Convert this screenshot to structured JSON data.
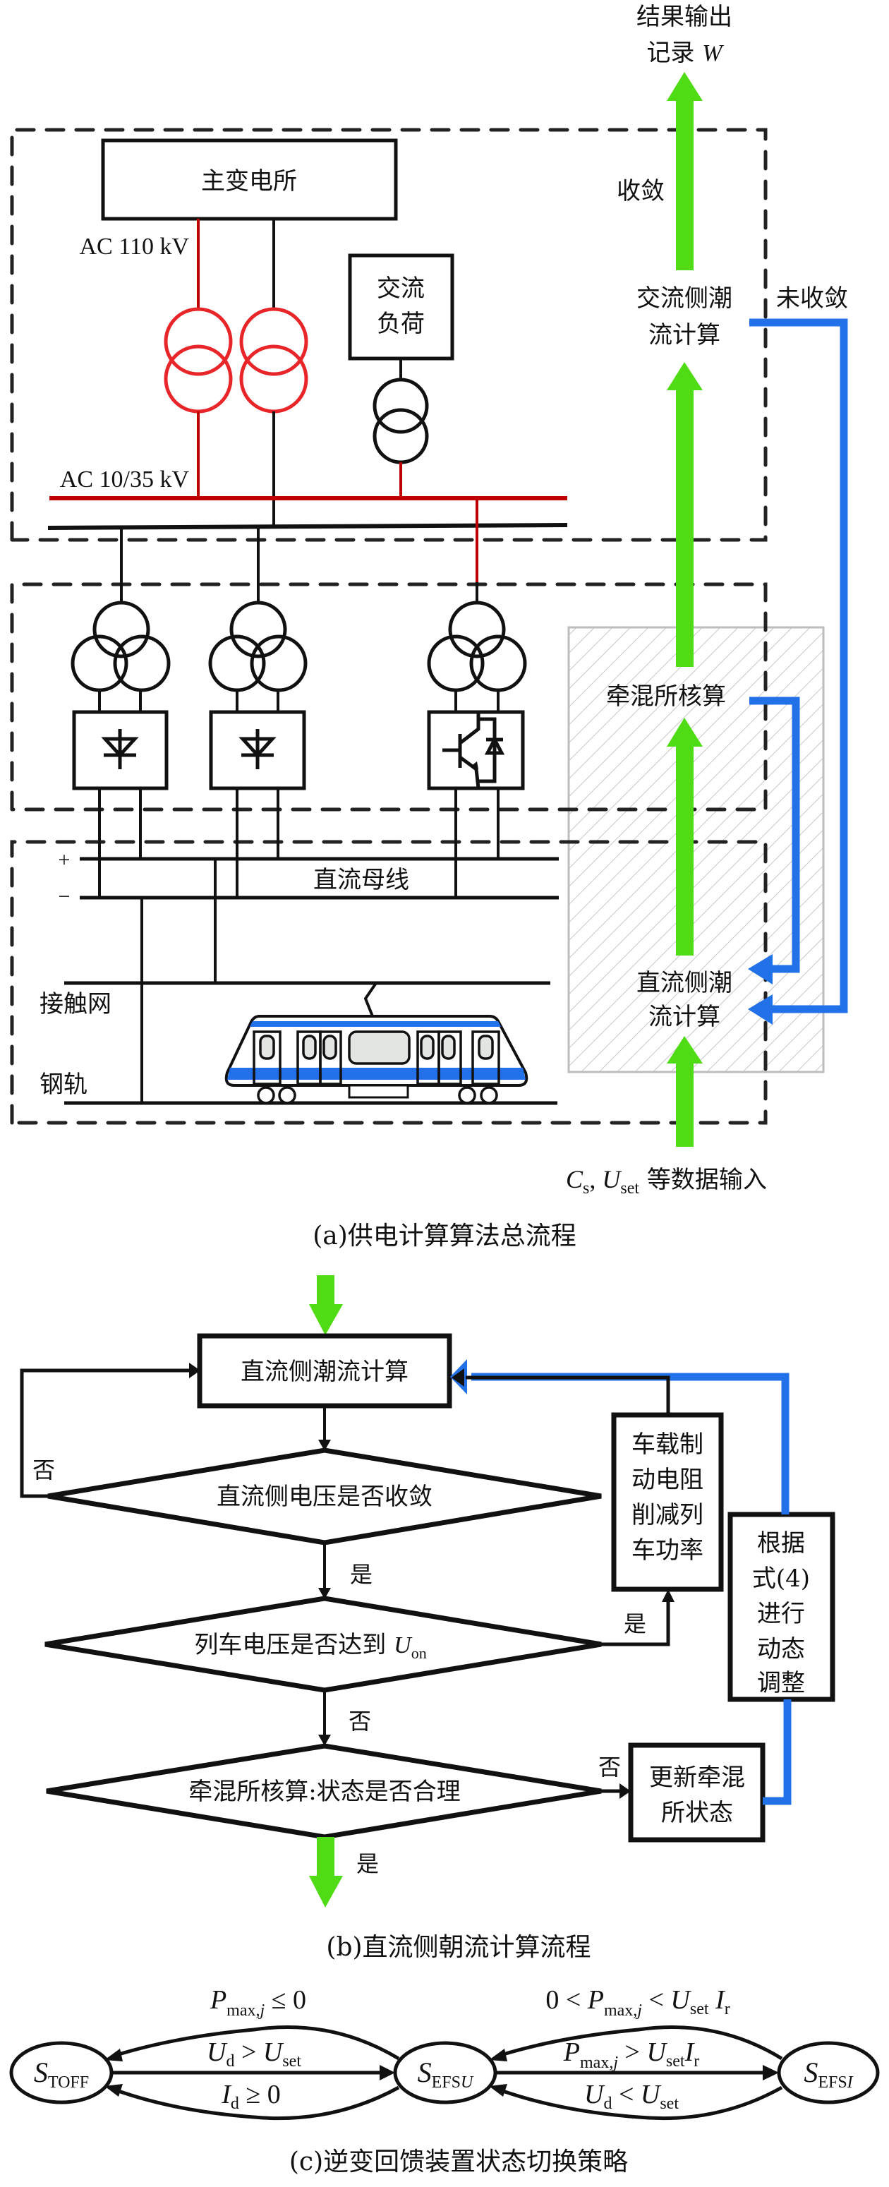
{
  "figure": {
    "panel_a": {
      "caption": "(a)供电计算算法总流程",
      "output_line1": "结果输出",
      "output_line2_prefix": "记录 ",
      "output_line2_var": "W",
      "converged_label": "收敛",
      "not_converged_label": "未收敛",
      "ac_flow_line1": "交流侧潮",
      "ac_flow_line2": "流计算",
      "hybrid_check": "牵混所核算",
      "dc_flow_line1": "直流侧潮",
      "dc_flow_line2": "流计算",
      "input_c": "C",
      "input_c_sub": "s",
      "input_sep": ", ",
      "input_u": "U",
      "input_u_sub": "set",
      "input_rest": " 等数据输入",
      "main_substation": "主变电所",
      "ac_110": "AC 110 kV",
      "ac_10_35": "AC 10/35 kV",
      "ac_load_line1": "交流",
      "ac_load_line2": "负荷",
      "dc_bus": "直流母线",
      "plus": "+",
      "minus": "−",
      "catenary": "接触网",
      "rail": "钢轨"
    },
    "panel_b": {
      "caption": "(b)直流侧朝流计算流程",
      "dc_flow_box": "直流侧潮流计算",
      "decision1": "直流侧电压是否收敛",
      "decision2_prefix": "列车电压是否达到 ",
      "decision2_var": "U",
      "decision2_sub": "on",
      "decision3": "牵混所核算:状态是否合理",
      "yes": "是",
      "no": "否",
      "brake_box": [
        "车载制",
        "动电阻",
        "削减列",
        "车功率"
      ],
      "adjust_box": [
        "根据",
        "式(4)",
        "进行",
        "动态",
        "调整"
      ],
      "update_box": [
        "更新牵混",
        "所状态"
      ]
    },
    "panel_c": {
      "caption": "(c)逆变回馈装置状态切换策略",
      "states": [
        {
          "main": "S",
          "sub": "TOFF",
          "sub_italic": ""
        },
        {
          "main": "S",
          "sub": "EFS",
          "sub_italic": "U"
        },
        {
          "main": "S",
          "sub": "EFS",
          "sub_italic": "I"
        }
      ],
      "cond_pmax_le0": {
        "p": "P",
        "sub": "max,",
        "j": "j",
        "rest": " ≤ 0"
      },
      "cond_ud_gt": {
        "u": "U",
        "d": "d",
        "op": " > ",
        "u2": "U",
        "set": "set"
      },
      "cond_id_ge0": {
        "i": "I",
        "d": "d",
        "rest": " ≥ 0"
      },
      "cond_range": {
        "lead": "0 < ",
        "p": "P",
        "sub": "max,",
        "j": "j",
        "op": " < ",
        "u": "U",
        "set": "set",
        "i": " I",
        "r": "r"
      },
      "cond_pmax_gt": {
        "p": "P",
        "sub": "max,",
        "j": "j",
        "op": " > ",
        "u": "U",
        "set": "set",
        "i": "I",
        "r": "r"
      },
      "cond_ud_lt": {
        "u": "U",
        "d": "d",
        "op": " < ",
        "u2": "U",
        "set": "set"
      }
    },
    "colors": {
      "flow_green": "#4fdc14",
      "feedback_blue": "#2271e8",
      "ac_red": "#c00000",
      "transformer_red": "#e8262a"
    }
  }
}
